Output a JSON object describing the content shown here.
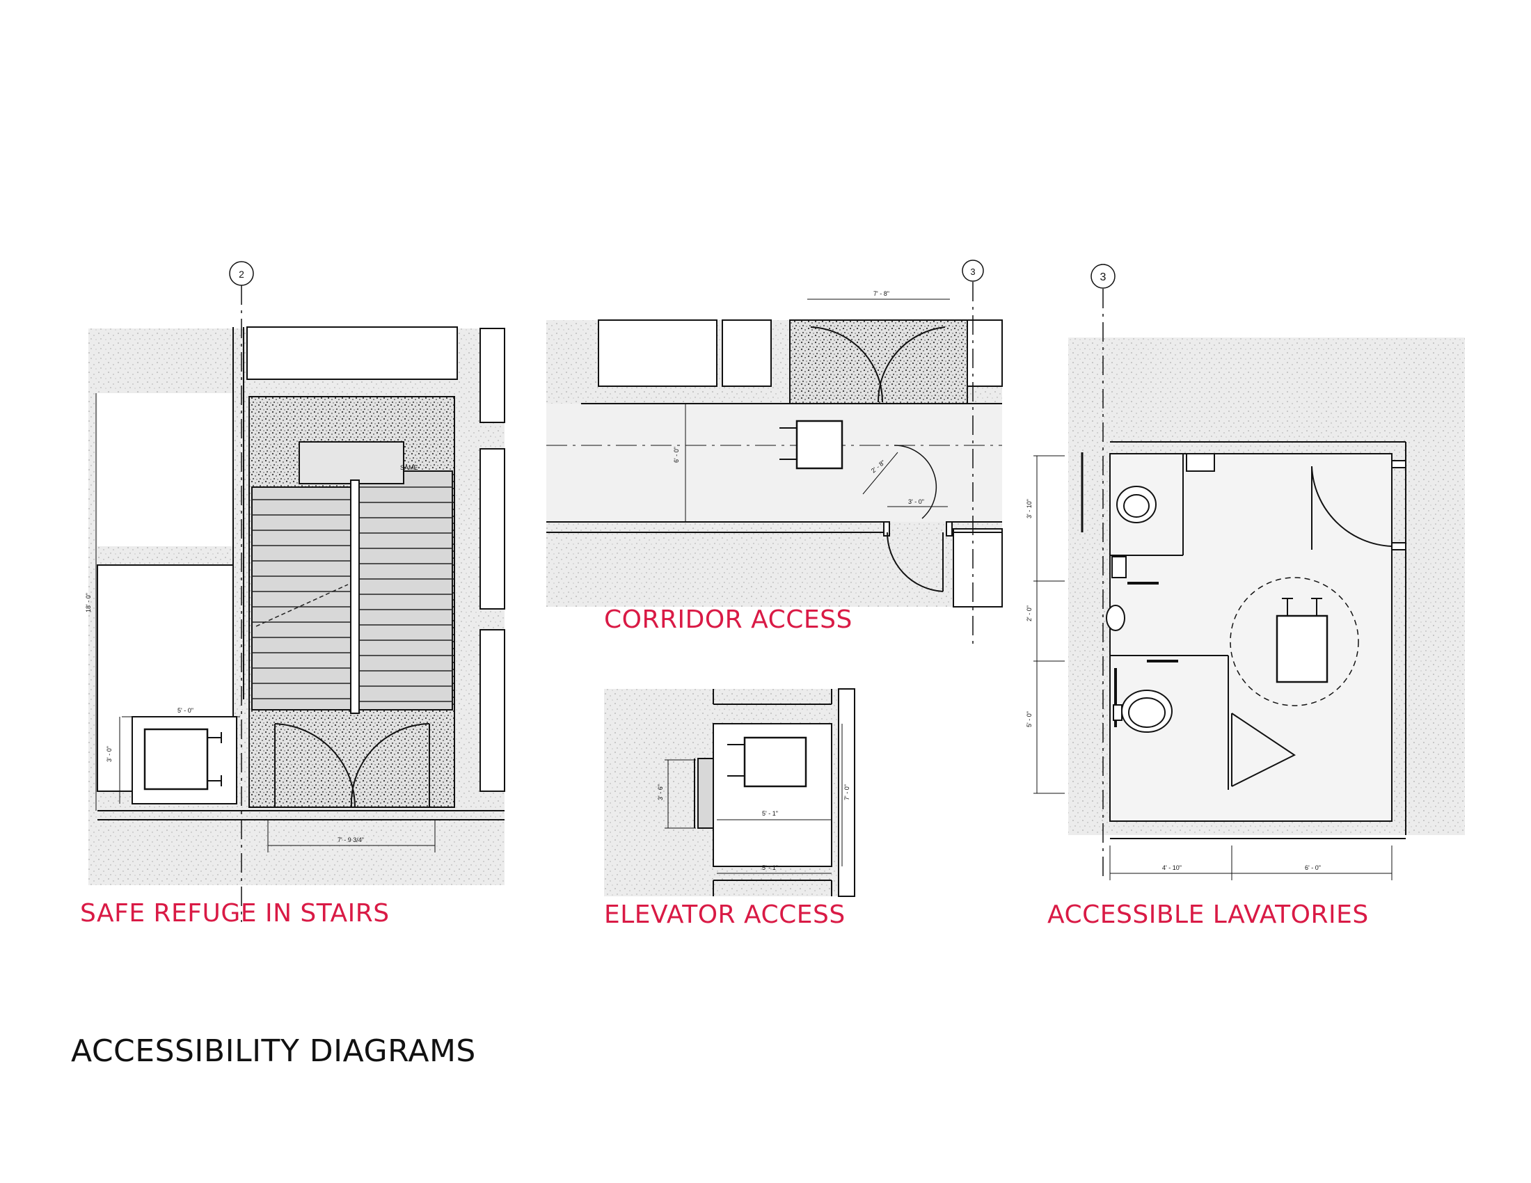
{
  "sheet_title": "ACCESSIBILITY DIAGRAMS",
  "colors": {
    "caption": "#d91a45",
    "linework": "#111111",
    "poche_light": "#e4e4e4",
    "poche_dense": "#cfcfcf"
  },
  "diagrams": [
    {
      "id": "safe-refuge",
      "caption": "SAFE REFUGE IN STAIRS",
      "grid_bubble": "2",
      "dims": {
        "refuge_width": "5' - 0\"",
        "refuge_depth": "3' - 0\"",
        "door_opening": "7' - 9 3/4\"",
        "overall": "18' - 0\"",
        "landing": "SAME"
      }
    },
    {
      "id": "corridor",
      "caption": "CORRIDOR ACCESS",
      "grid_bubble": "3",
      "dims": {
        "top": "7' - 8\"",
        "corridor_width": "6' - 0\"",
        "door_clear": "3' - 0\"",
        "swing": "2' - 8\""
      }
    },
    {
      "id": "elevator",
      "caption": "ELEVATOR ACCESS",
      "dims": {
        "door": "3' - 6\"",
        "inner": "5' - 1\"",
        "car_width": "5' - 1\"",
        "car_depth": "7' - 0\""
      }
    },
    {
      "id": "lavatories",
      "caption": "ACCESSIBLE LAVATORIES",
      "grid_bubble": "3",
      "dims": {
        "bottom_left": "4' - 10\"",
        "bottom_right": "6' - 0\"",
        "v1": "3' - 10\"",
        "v2": "2' - 0\"",
        "v3": "5' - 0\""
      }
    }
  ]
}
